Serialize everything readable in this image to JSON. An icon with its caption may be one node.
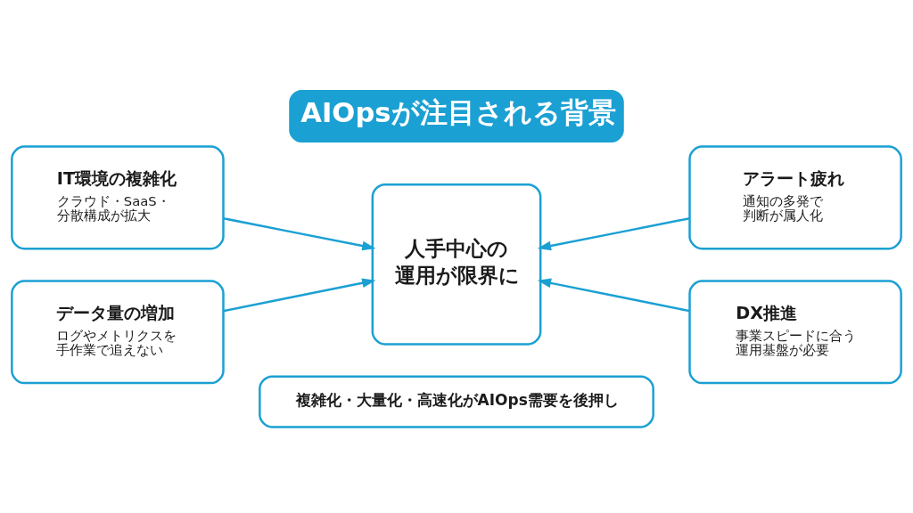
{
  "diagram": {
    "title": "AIOpsが注目される背景",
    "nodes": [
      {
        "text": [
          "IT環境の複雑化",
          "クラウド・SaaS・分散構成が拡大"
        ]
      },
      {
        "text": [
          "アラート疲れ",
          "通知の多発で判断が属人化"
        ]
      },
      {
        "text": [
          "人手中心の運用が限界に"
        ]
      },
      {
        "text": [
          "データ量の増加",
          "ログやメトリクスを手作業で追えない"
        ]
      },
      {
        "text": [
          "DX推進",
          "事業スピードに合う運用基盤が必要"
        ]
      },
      {
        "text": [
          "複雑化・大量化・高速化がAIOps需要を後押し"
        ]
      }
    ],
    "edges": [
      {
        "from": 0,
        "to": 2,
        "arrow": "to"
      },
      {
        "from": 1,
        "to": 2,
        "arrow": "to"
      },
      {
        "from": 3,
        "to": 2,
        "arrow": "to"
      },
      {
        "from": 4,
        "to": 2,
        "arrow": "to"
      }
    ]
  }
}
